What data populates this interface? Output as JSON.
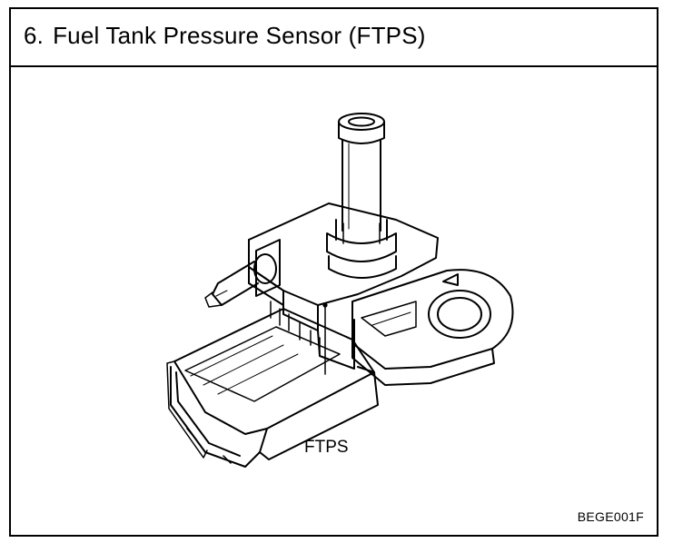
{
  "header": {
    "number": "6.",
    "title": "Fuel Tank Pressure Sensor (FTPS)"
  },
  "figure": {
    "callout_label": "FTPS",
    "figure_code": "BEGE001F"
  },
  "colors": {
    "ink": "#000000",
    "paper": "#ffffff"
  }
}
